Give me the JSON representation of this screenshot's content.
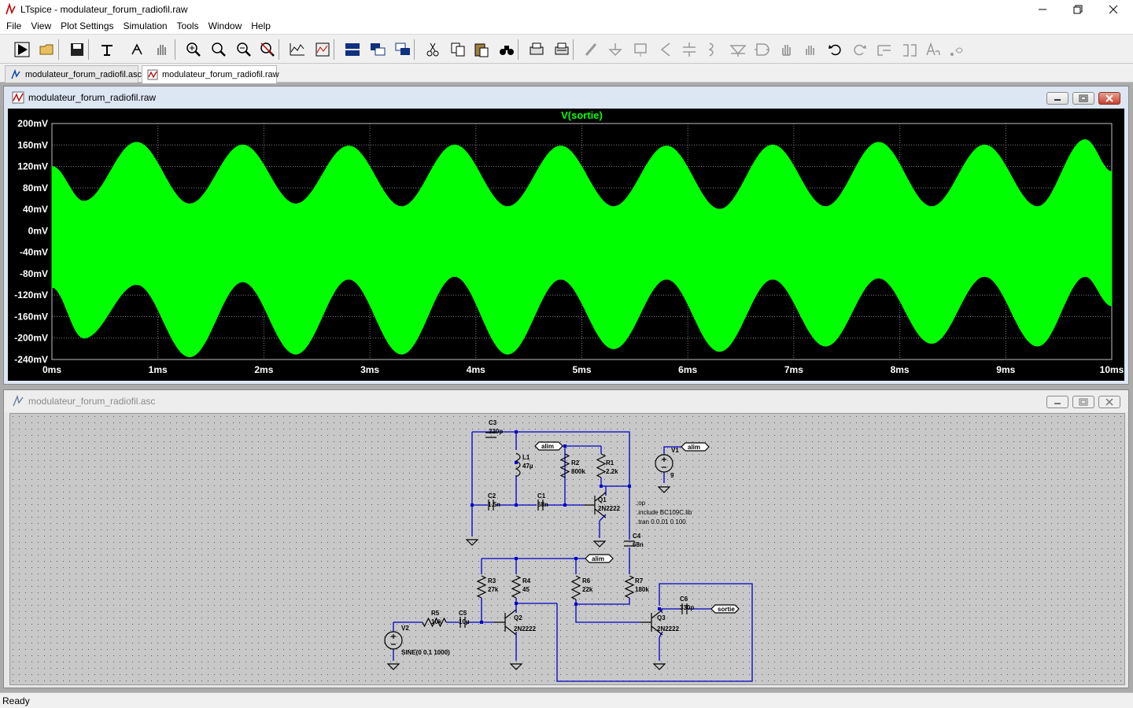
{
  "window": {
    "title": "LTspice - modulateur_forum_radiofil.raw"
  },
  "menu": [
    "File",
    "View",
    "Plot Settings",
    "Simulation",
    "Tools",
    "Window",
    "Help"
  ],
  "toolbar": [
    {
      "name": "run-icon"
    },
    {
      "name": "open-icon"
    },
    {
      "name": "save-icon"
    },
    {
      "name": "control-panel-icon"
    },
    {
      "name": "halt-icon"
    },
    {
      "name": "pan-hand-icon"
    },
    {
      "name": "zoom-in-icon"
    },
    {
      "name": "zoom-fit-icon"
    },
    {
      "name": "zoom-out-icon"
    },
    {
      "name": "zoom-cancel-icon"
    },
    {
      "name": "autorange-icon"
    },
    {
      "name": "plot-settings-icon"
    },
    {
      "name": "tile-horizontal-icon"
    },
    {
      "name": "cascade-icon"
    },
    {
      "name": "tile-vertical-icon"
    },
    {
      "name": "cut-icon"
    },
    {
      "name": "copy-icon"
    },
    {
      "name": "paste-icon"
    },
    {
      "name": "find-icon"
    },
    {
      "name": "print-icon"
    },
    {
      "name": "print-setup-icon"
    },
    {
      "name": "draw-wire-icon"
    },
    {
      "name": "ground-icon"
    },
    {
      "name": "label-net-icon"
    },
    {
      "name": "resistor-icon"
    },
    {
      "name": "capacitor-icon"
    },
    {
      "name": "inductor-icon"
    },
    {
      "name": "diode-icon"
    },
    {
      "name": "component-icon"
    },
    {
      "name": "move-icon"
    },
    {
      "name": "drag-icon"
    },
    {
      "name": "undo-icon"
    },
    {
      "name": "redo-icon"
    },
    {
      "name": "rotate-icon"
    },
    {
      "name": "mirror-icon"
    },
    {
      "name": "text-icon"
    },
    {
      "name": "spice-directive-icon"
    }
  ],
  "tabs": [
    {
      "label": "modulateur_forum_radiofil.asc"
    },
    {
      "label": "modulateur_forum_radiofil.raw"
    }
  ],
  "waveform_window": {
    "title": "modulateur_forum_radiofil.raw"
  },
  "schematic_window": {
    "title": "modulateur_forum_radiofil.asc"
  },
  "chart_data": {
    "type": "area",
    "title": "V(sortie)",
    "xlabel": "",
    "ylabel": "",
    "x_unit": "ms",
    "y_unit": "mV",
    "xlim": [
      0,
      10
    ],
    "ylim": [
      -240,
      200
    ],
    "x_ticks": [
      "0ms",
      "1ms",
      "2ms",
      "3ms",
      "4ms",
      "5ms",
      "6ms",
      "7ms",
      "8ms",
      "9ms",
      "10ms"
    ],
    "y_ticks": [
      "200mV",
      "160mV",
      "120mV",
      "80mV",
      "40mV",
      "0mV",
      "-40mV",
      "-80mV",
      "-120mV",
      "-160mV",
      "-200mV",
      "-240mV"
    ],
    "grid": true,
    "series": [
      {
        "name": "V(sortie)",
        "color": "#00ff00",
        "description_values": {
          "upper_envelope_x": [
            0.0,
            0.3,
            0.8,
            1.3,
            1.8,
            2.3,
            2.8,
            3.3,
            3.8,
            4.3,
            4.8,
            5.3,
            5.8,
            6.3,
            6.8,
            7.3,
            7.8,
            8.3,
            8.8,
            9.3,
            9.75,
            10.0
          ],
          "upper_envelope_y": [
            120,
            55,
            165,
            50,
            160,
            50,
            158,
            45,
            160,
            45,
            158,
            45,
            158,
            40,
            160,
            45,
            165,
            45,
            160,
            45,
            170,
            110
          ],
          "lower_envelope_x": [
            0.0,
            0.3,
            0.8,
            1.3,
            1.8,
            2.3,
            2.8,
            3.3,
            3.8,
            4.3,
            4.8,
            5.3,
            5.8,
            6.3,
            6.8,
            7.3,
            7.8,
            8.3,
            8.8,
            9.3,
            9.75,
            10.0
          ],
          "lower_envelope_y": [
            -105,
            -200,
            -100,
            -235,
            -95,
            -230,
            -90,
            -230,
            -85,
            -230,
            -90,
            -220,
            -90,
            -225,
            -90,
            -215,
            -88,
            -210,
            -85,
            -215,
            -85,
            -140
          ]
        }
      }
    ]
  },
  "schematic": {
    "components": [
      {
        "ref": "C3",
        "value": "330p"
      },
      {
        "ref": "L1",
        "value": "47µ"
      },
      {
        "ref": "R2",
        "value": "800k"
      },
      {
        "ref": "R1",
        "value": "2.2k"
      },
      {
        "ref": "C2",
        "value": "1.5n"
      },
      {
        "ref": "C1",
        "value": "68n"
      },
      {
        "ref": "Q1",
        "value": "2N2222"
      },
      {
        "ref": "V1",
        "value": "9"
      },
      {
        "ref": "C4",
        "value": "68n"
      },
      {
        "ref": "R3",
        "value": "27k"
      },
      {
        "ref": "R4",
        "value": "45"
      },
      {
        "ref": "R6",
        "value": "22k"
      },
      {
        "ref": "R7",
        "value": "180k"
      },
      {
        "ref": "C6",
        "value": "330p"
      },
      {
        "ref": "Q2",
        "value": "2N2222"
      },
      {
        "ref": "Q3",
        "value": "2N2222"
      },
      {
        "ref": "R5",
        "value": "10k"
      },
      {
        "ref": "C5",
        "value": "10µ"
      },
      {
        "ref": "V2",
        "value": "SINE(0 0.1 1000)"
      }
    ],
    "net_labels": [
      "alim",
      "alim",
      "alim",
      "sortie"
    ],
    "directives": [
      ";op",
      ".include BC109C.lib",
      ".tran 0 0.01 0 100"
    ]
  },
  "status": {
    "text": "Ready"
  },
  "colors": {
    "plot_bg": "#000000",
    "trace": "#00ff00",
    "grid": "#7f7f7f",
    "axis_text": "#ffffff",
    "wire": "#0000cc",
    "schematic_bg": "#c8c8c8"
  }
}
